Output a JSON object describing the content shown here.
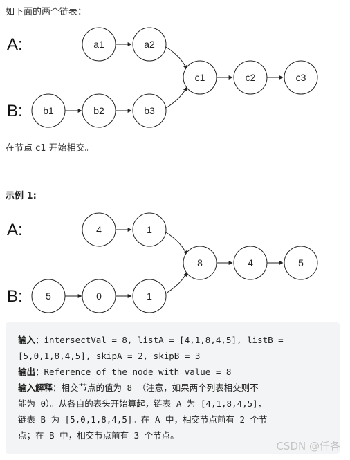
{
  "intro": "如下面的两个链表：",
  "figure1": {
    "label_a": "A:",
    "label_b": "B:",
    "a_nodes": [
      "a1",
      "a2"
    ],
    "b_nodes": [
      "b1",
      "b2",
      "b3"
    ],
    "shared_nodes": [
      "c1",
      "c2",
      "c3"
    ]
  },
  "caption": "在节点 c1 开始相交。",
  "example_title": "示例 1:",
  "figure2": {
    "label_a": "A:",
    "label_b": "B:",
    "a_nodes": [
      "4",
      "1"
    ],
    "b_nodes": [
      "5",
      "0",
      "1"
    ],
    "shared_nodes": [
      "8",
      "4",
      "5"
    ]
  },
  "code": {
    "input_key": "输入",
    "input_line1": "：intersectVal = 8, listA = [4,1,8,4,5], listB =",
    "input_line2": "[5,0,1,8,4,5], skipA = 2, skipB = 3",
    "output_key": "输出",
    "output_line": "：Reference of the node with value = 8",
    "explain_key": "输入解释",
    "explain_line1": "：相交节点的值为 8 （注意，如果两个列表相交则不",
    "explain_line2": "能为 0）。从各自的表头开始算起，链表 A 为 [4,1,8,4,5]，",
    "explain_line3": "链表 B 为 [5,0,1,8,4,5]。在 A 中，相交节点前有 2 个节",
    "explain_line4": "点；在 B 中，相交节点前有 3 个节点。"
  },
  "watermark": "CSDN @仟各"
}
